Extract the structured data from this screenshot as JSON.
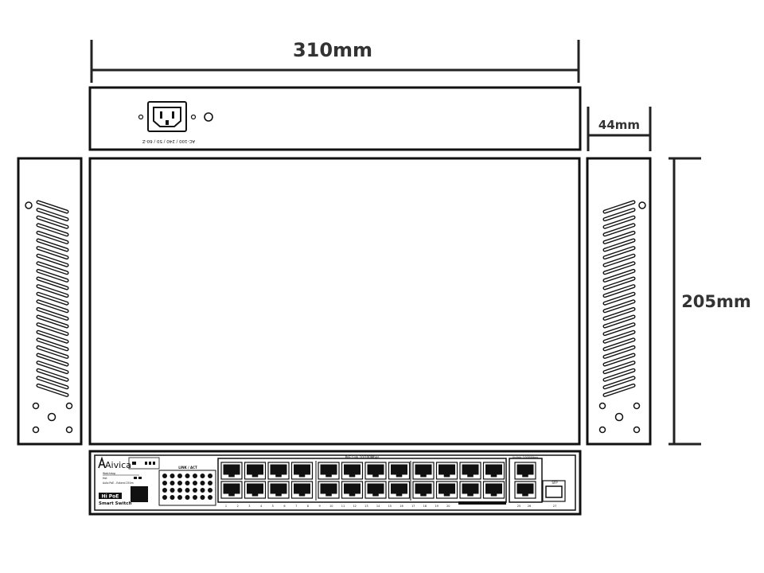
{
  "dimensions": {
    "width": "310mm",
    "height": "44mm",
    "depth": "205mm"
  },
  "rear_panel": {
    "power_rating": "AC-100 / 240 / 50 / 60-Z"
  },
  "front_panel": {
    "brand": "Aivica",
    "badge": "Hi PoE",
    "model_line": "Smart Switch",
    "indicator_labels": [
      "Watchdog",
      "Hot",
      "Auto PoE - Extend 250m"
    ],
    "led_group_label": "LINK / ACT",
    "poe_section_label": "PoE Link 10/100Mbps",
    "uplink_section_label": "Uplink 1000Mbps",
    "sfp_label": "SFP",
    "port_numbers": [
      "1",
      "2",
      "3",
      "4",
      "5",
      "6",
      "7",
      "8",
      "9",
      "10",
      "11",
      "12",
      "13",
      "14",
      "15",
      "16",
      "17",
      "18",
      "19",
      "20"
    ],
    "uplink_port_numbers": [
      "25",
      "26"
    ],
    "sfp_port_number": "27"
  },
  "colors": {
    "outline": "#111111",
    "dimension_text": "#333333",
    "background": "#ffffff"
  }
}
